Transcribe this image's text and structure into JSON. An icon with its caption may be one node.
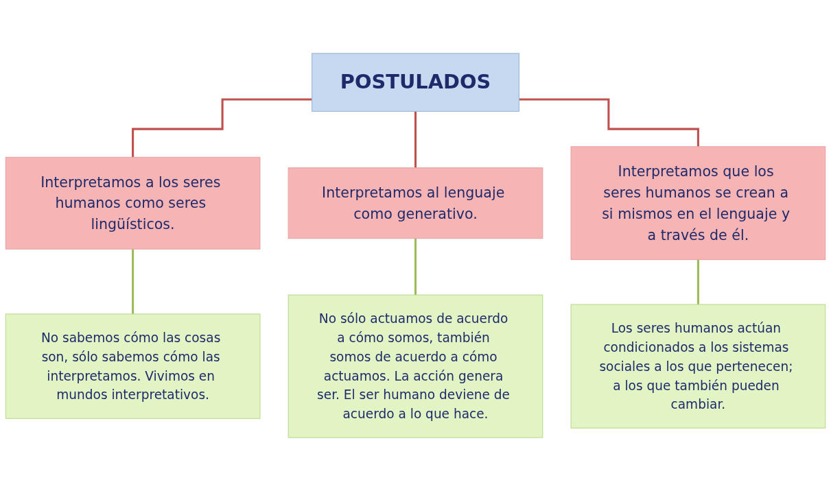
{
  "diagram": {
    "nodes": [
      {
        "text": [
          "POSTULADOS"
        ]
      },
      {
        "text": [
          "Interpretamos a los seres humanos como seres lingüísticos."
        ]
      },
      {
        "text": [
          "Interpretamos al lenguaje como generativo."
        ]
      },
      {
        "text": [
          "Interpretamos que los seres humanos se crean a si mismos en el lenguaje y a través de él."
        ]
      },
      {
        "text": [
          "No sabemos cómo las cosas son, sólo sabemos cómo las interpretamos. Vivimos en mundos interpretativos."
        ]
      },
      {
        "text": [
          "No sólo actuamos de acuerdo a cómo somos, también somos de acuerdo a cómo actuamos. La acción genera ser. El ser humano deviene de acuerdo a lo que hace."
        ]
      },
      {
        "text": [
          "Los seres humanos actúan condicionados a los sistemas sociales a los que pertenecen; a los que también pueden cambiar."
        ]
      }
    ],
    "edges": [
      {
        "from": 0,
        "to": 1,
        "arrow": "none",
        "color": "#c0504d"
      },
      {
        "from": 0,
        "to": 2,
        "arrow": "none",
        "color": "#c0504d"
      },
      {
        "from": 0,
        "to": 3,
        "arrow": "none",
        "color": "#c0504d"
      },
      {
        "from": 1,
        "to": 4,
        "arrow": "none",
        "color": "#9bbb59"
      },
      {
        "from": 2,
        "to": 5,
        "arrow": "none",
        "color": "#9bbb59"
      },
      {
        "from": 3,
        "to": 6,
        "arrow": "none",
        "color": "#9bbb59"
      }
    ]
  }
}
